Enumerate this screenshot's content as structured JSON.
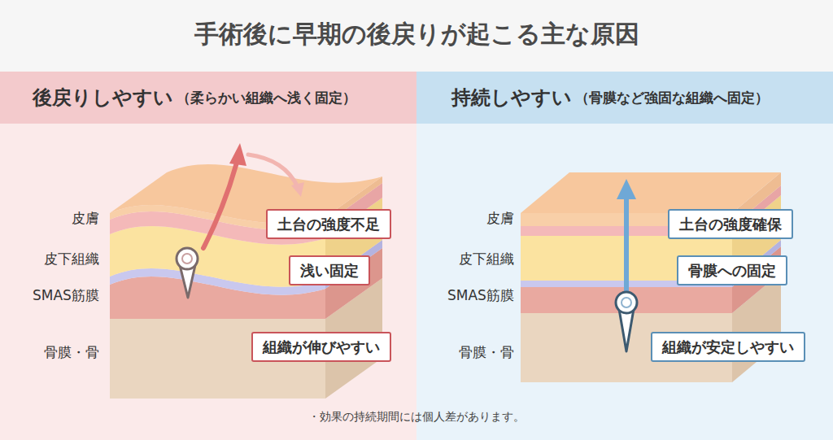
{
  "diagram": {
    "title": "手術後に早期の後戻りが起こる主な原因",
    "nodes": [
      {
        "text": [
          "後戻りしやすい",
          "（柔らかい組織へ浅く固定）"
        ]
      },
      {
        "text": [
          "土台の強度不足"
        ],
        "in": 0
      },
      {
        "text": [
          "浅い固定"
        ],
        "in": 0
      },
      {
        "text": [
          "組織が伸びやすい"
        ],
        "in": 0
      },
      {
        "text": [
          "持続しやすい",
          "（骨膜など強固な組織へ固定）"
        ]
      },
      {
        "text": [
          "土台の強度確保"
        ],
        "in": 4
      },
      {
        "text": [
          "骨膜への固定"
        ],
        "in": 4
      },
      {
        "text": [
          "組織が安定しやすい"
        ],
        "in": 4
      }
    ],
    "labels": [
      "皮膚",
      "皮下組織",
      "SMAS筋膜",
      "骨膜・骨",
      "皮膚",
      "皮下組織",
      "SMAS筋膜",
      "骨膜・骨",
      "・効果の持続期間には個人差があります。"
    ]
  }
}
